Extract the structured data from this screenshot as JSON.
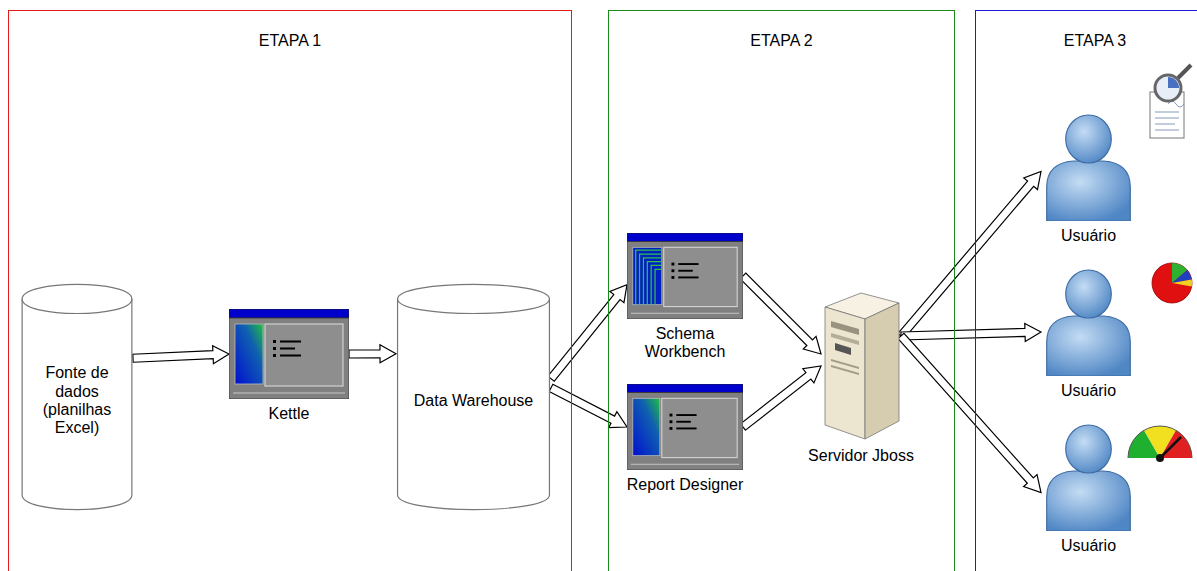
{
  "diagram": {
    "nodes": [
      {
        "text": [
          "ETAPA 1"
        ]
      },
      {
        "text": [
          "Fonte de dados (planilhas Excel)"
        ],
        "in": 0
      },
      {
        "text": [
          "Kettle"
        ],
        "in": 0
      },
      {
        "text": [
          "Data Warehouse"
        ],
        "in": 0
      },
      {
        "text": [
          "ETAPA 2"
        ]
      },
      {
        "text": [
          "Schema Workbench"
        ],
        "in": 4
      },
      {
        "text": [
          "Report Designer"
        ],
        "in": 4
      },
      {
        "text": [
          "Servidor Jboss"
        ],
        "in": 4
      },
      {
        "text": [
          "ETAPA 3"
        ]
      },
      {
        "text": [
          "Usuário"
        ],
        "in": 8
      },
      {
        "text": [
          "Usuário"
        ],
        "in": 8
      },
      {
        "text": [
          "Usuário"
        ],
        "in": 8
      }
    ],
    "edges": [
      {
        "from": 1,
        "to": 2,
        "arrow": "to"
      },
      {
        "from": 2,
        "to": 3,
        "arrow": "to"
      },
      {
        "from": 3,
        "to": 5,
        "arrow": "to"
      },
      {
        "from": 3,
        "to": 6,
        "arrow": "to"
      },
      {
        "from": 5,
        "to": 7,
        "arrow": "to"
      },
      {
        "from": 6,
        "to": 7,
        "arrow": "to"
      },
      {
        "from": 7,
        "to": 9,
        "arrow": "to"
      },
      {
        "from": 7,
        "to": 10,
        "arrow": "to"
      },
      {
        "from": 7,
        "to": 11,
        "arrow": "to"
      }
    ]
  }
}
